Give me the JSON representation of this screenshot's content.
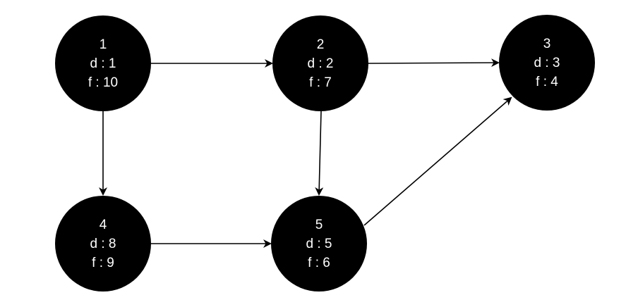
{
  "colors": {
    "node_fill": "#000000",
    "node_text": "#ffffff",
    "edge": "#000000",
    "background": "#ffffff"
  },
  "nodes": [
    {
      "id": "1",
      "label": "1",
      "d": "d : 1",
      "f": "f : 10"
    },
    {
      "id": "2",
      "label": "2",
      "d": "d : 2",
      "f": "f : 7"
    },
    {
      "id": "3",
      "label": "3",
      "d": "d : 3",
      "f": "f : 4"
    },
    {
      "id": "4",
      "label": "4",
      "d": "d : 8",
      "f": "f : 9"
    },
    {
      "id": "5",
      "label": "5",
      "d": "d : 5",
      "f": "f : 6"
    }
  ],
  "edges": [
    {
      "from": "1",
      "to": "2"
    },
    {
      "from": "2",
      "to": "3"
    },
    {
      "from": "1",
      "to": "4"
    },
    {
      "from": "2",
      "to": "5"
    },
    {
      "from": "4",
      "to": "5"
    },
    {
      "from": "5",
      "to": "3"
    }
  ]
}
